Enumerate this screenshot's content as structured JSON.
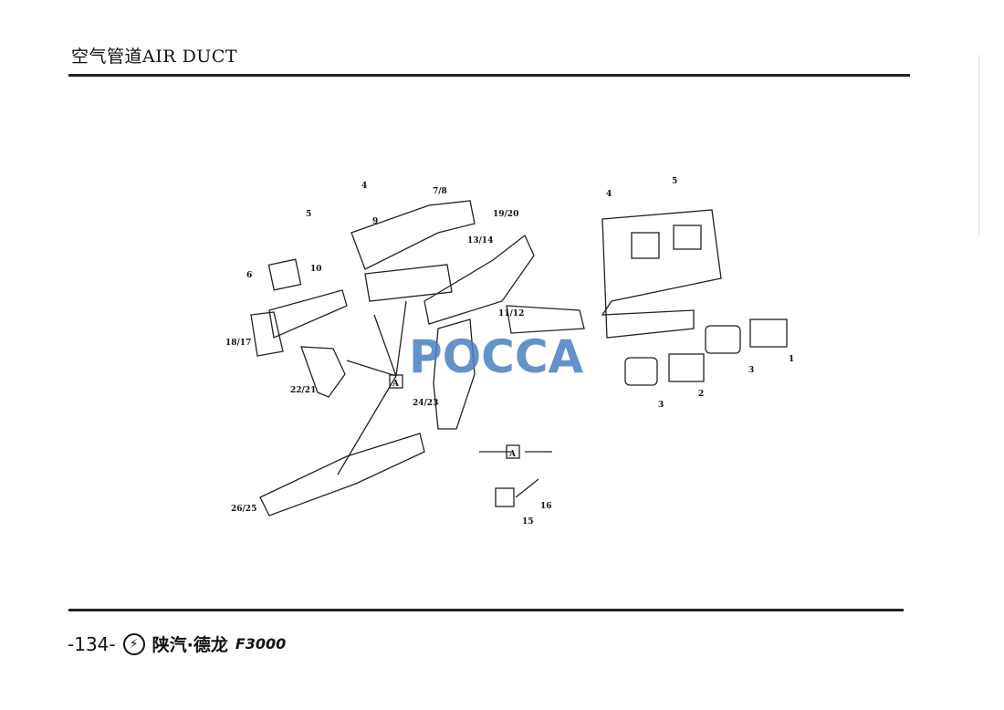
{
  "header": {
    "title": "空气管道AIR DUCT"
  },
  "diagram": {
    "callouts": [
      "4",
      "5",
      "9",
      "7/8",
      "19/20",
      "13/14",
      "10",
      "6",
      "18/17",
      "11/12",
      "22/21",
      "24/23",
      "26/25",
      "A",
      "A",
      "15",
      "16",
      "4",
      "5",
      "1",
      "2",
      "3",
      "3"
    ],
    "watermark": "POCCA"
  },
  "footer": {
    "page": "-134-",
    "logo": "⚡",
    "brand": "陕汽·德龙",
    "model": "F3000"
  }
}
